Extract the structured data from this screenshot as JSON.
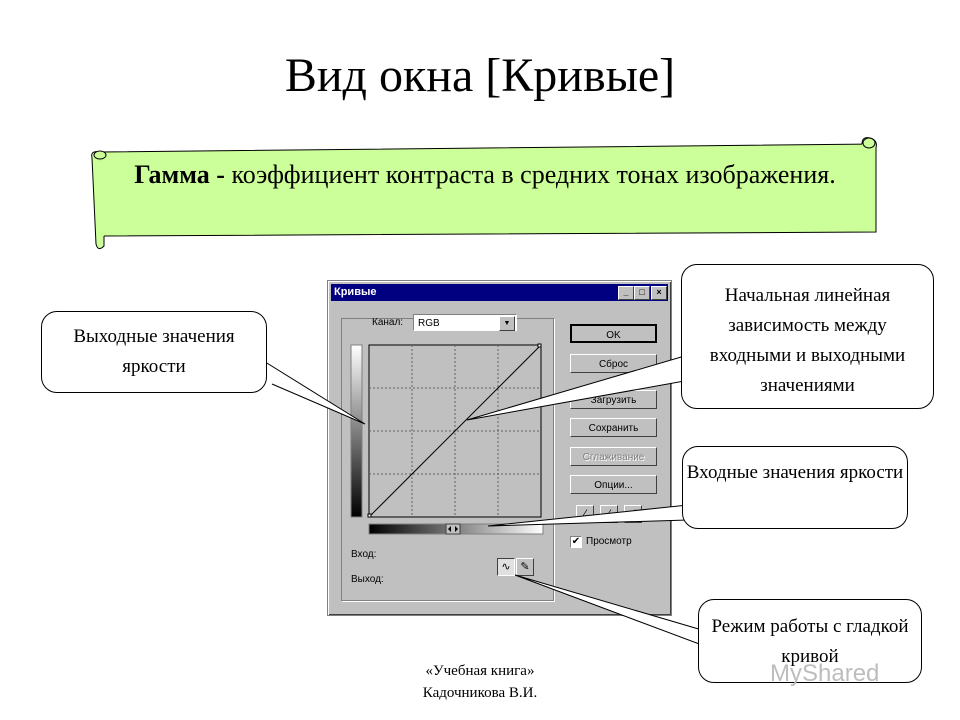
{
  "slide": {
    "title": "Вид окна [Кривые]",
    "banner": {
      "term": "Гамма -",
      "definition": "коэффициент контраста в средних тонах изображения."
    },
    "footer": {
      "line1": "«Учебная книга»",
      "line2": "Кадочникова В.И."
    },
    "watermark": "MyShared"
  },
  "dialog": {
    "title": "Кривые",
    "title_buttons": [
      "_",
      "□",
      "×"
    ],
    "channel_label": "Канал:",
    "channel_value": "RGB",
    "input_label": "Вход:",
    "output_label": "Выход:",
    "buttons": {
      "ok": "OK",
      "reset": "Сброс",
      "load": "Загрузить",
      "save": "Сохранить",
      "smooth": "Сглаживание",
      "options": "Опции..."
    },
    "preview_label": "Просмотр",
    "preview_checked": true
  },
  "callouts": {
    "output": "Выходные значения яркости",
    "linear": "Начальная линейная зависимость между входными и выходными значениями",
    "input": "Входные значения яркости",
    "smooth_mode": "Режим работы с гладкой кривой"
  },
  "colors": {
    "banner_fill": "#ccff99",
    "window_gray": "#c0c0c0",
    "titlebar": "#000080"
  }
}
